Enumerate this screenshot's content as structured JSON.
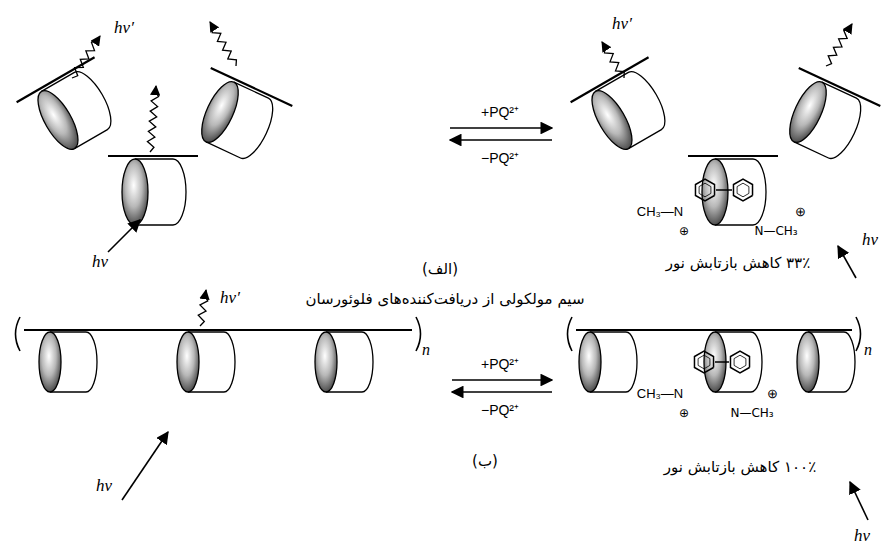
{
  "diagram": {
    "labels": [
      "hν′",
      "hν",
      "+PQ²⁺",
      "−PQ²⁺",
      "hν′",
      "CH₃—N",
      "⊕",
      "⊕",
      "N—CH₃",
      "hν",
      "۳۳٪ کاهش بازتابش نور",
      "(الف)",
      "سیم مولکولی از دریافت‌کننده‌های فلوئورسان",
      "hν′",
      "hν",
      "+PQ²⁺",
      "−PQ²⁺",
      "n",
      "(ب)",
      "CH₃—N",
      "⊕",
      "⊕",
      "N—CH₃",
      "n",
      "۱۰۰٪ کاهش بازتابش نور",
      "hν"
    ]
  }
}
